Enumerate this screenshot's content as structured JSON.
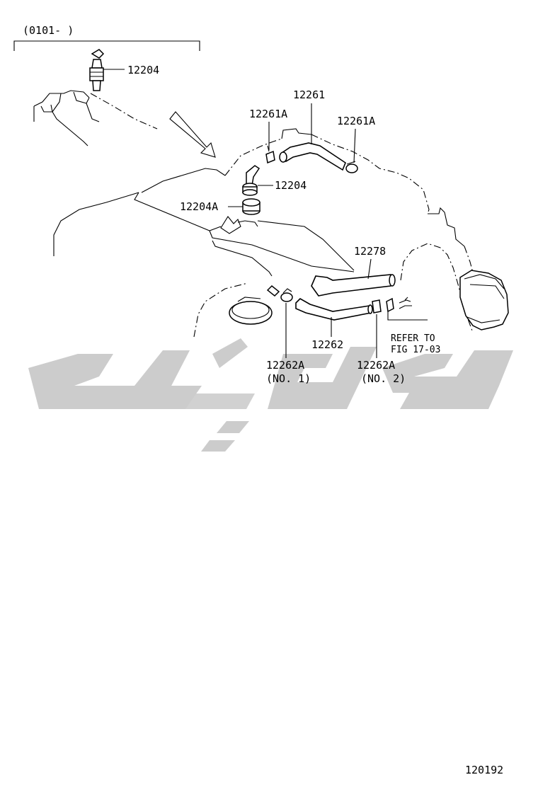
{
  "header": {
    "range": "(0101-       )"
  },
  "labels": {
    "p12204_top": "12204",
    "p12261": "12261",
    "p12261A_left": "12261A",
    "p12261A_right": "12261A",
    "p12204_mid": "12204",
    "p12204A": "12204A",
    "p12278": "12278",
    "p12262": "12262",
    "p12262A_no1": "12262A",
    "no1": "(NO. 1)",
    "p12262A_no2": "12262A",
    "no2": "(NO. 2)",
    "refer_1": "REFER TO",
    "refer_2": "FIG 17-03"
  },
  "watermark": {
    "color": "#cccccc"
  },
  "footer": {
    "code": "120192"
  }
}
